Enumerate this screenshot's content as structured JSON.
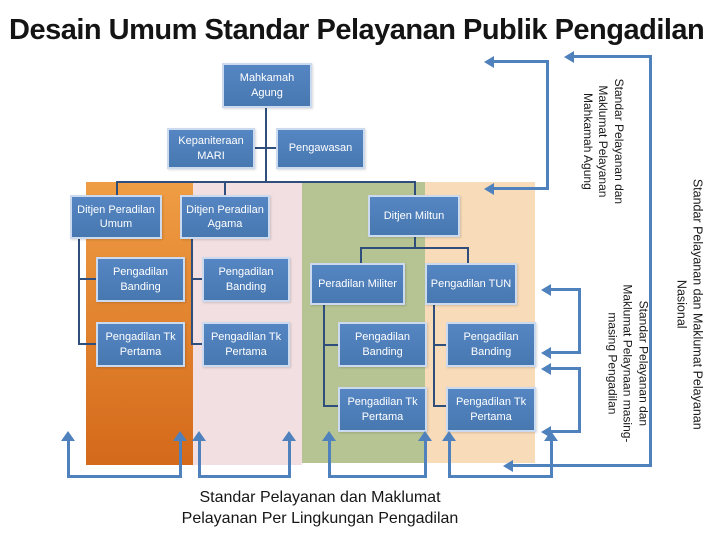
{
  "title": "Desain Umum Standar Pelayanan Publik Pengadilan",
  "nodes": {
    "mahkamah_agung": "Mahkamah Agung",
    "kepaniteraan": "Kepaniteraan MARI",
    "pengawasan": "Pengawasan",
    "ditjen_umum": "Ditjen Peradilan Umum",
    "ditjen_agama": "Ditjen Peradilan Agama",
    "ditjen_miltun": "Ditjen Miltun",
    "banding_umum": "Pengadilan Banding",
    "banding_agama": "Pengadilan Banding",
    "peradilan_militer": "Peradilan Militer",
    "pengadilan_tun": "Pengadilan TUN",
    "tk_pertama_umum": "Pengadilan Tk Pertama",
    "tk_pertama_agama": "Pengadilan Tk Pertama",
    "banding_militer": "Pengadilan Banding",
    "banding_tun": "Pengadilan Banding",
    "tk_pertama_militer": "Pengadilan Tk Pertama",
    "tk_pertama_tun": "Pengadilan Tk Pertama"
  },
  "side_labels": {
    "mahkamah_agung": "Standar Pelayanan dan Maklumat Pelayanan Mahkamah Agung",
    "masing_masing": "Standar Pelayanan dan Maklumat Pelaynaan masing-masing Pengadilan",
    "nasional": "Standar Pelayanan dan Maklumat Pelayanan Nasional"
  },
  "caption": {
    "line1": "Standar Pelayanan dan Maklumat",
    "line2": "Pelayanan Per Lingkungan Pengadilan"
  },
  "colors": {
    "accent_blue": "#4F81BD",
    "connector_dark": "#2F4E7C",
    "box_top": "#5586C3",
    "box_bottom": "#4878B0",
    "box_border": "#CBDAEE",
    "band_orange_top": "#EF9D44",
    "band_orange_bottom": "#D4691A",
    "band_pink": "#F2DFE1",
    "band_green": "#B6C493",
    "band_peach": "#F8DBB8",
    "title_color": "#141414"
  }
}
